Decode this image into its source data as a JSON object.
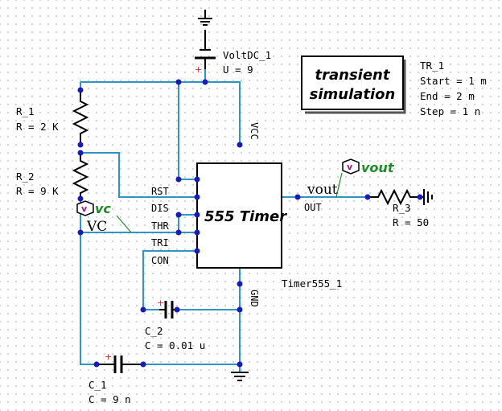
{
  "components": {
    "voltdc": {
      "name": "VoltDC_1",
      "value": "U = 9"
    },
    "r1": {
      "name": "R_1",
      "value": "R = 2 K"
    },
    "r2": {
      "name": "R_2",
      "value": "R = 9 K"
    },
    "r3": {
      "name": "R_3",
      "value": "R = 50"
    },
    "c1": {
      "name": "C_1",
      "value": "C = 9 n"
    },
    "c2": {
      "name": "C_2",
      "value": "C = 0.01 u"
    },
    "timer": {
      "instance": "Timer555_1",
      "title": "555 Timer",
      "pins": {
        "rst": "RST",
        "dis": "DIS",
        "thr": "THR",
        "tri": "TRI",
        "con": "CON",
        "vcc": "VCC",
        "gnd": "GND",
        "out": "OUT"
      }
    }
  },
  "simulation": {
    "title_line1": "transient",
    "title_line2": "simulation",
    "name": "TR_1",
    "start": "Start = 1 m",
    "end": "End = 2 m",
    "step": "Step = 1 n"
  },
  "probes": {
    "vc": "vc",
    "vout": "vout"
  },
  "wire_labels": {
    "vc": "VC",
    "vout": "vout"
  },
  "colors": {
    "wire": "#2f96c4",
    "node": "#1a1ab8",
    "probe_label": "#1e8c28",
    "probe_icon": "#b0127e",
    "polarity": "#d22222"
  }
}
